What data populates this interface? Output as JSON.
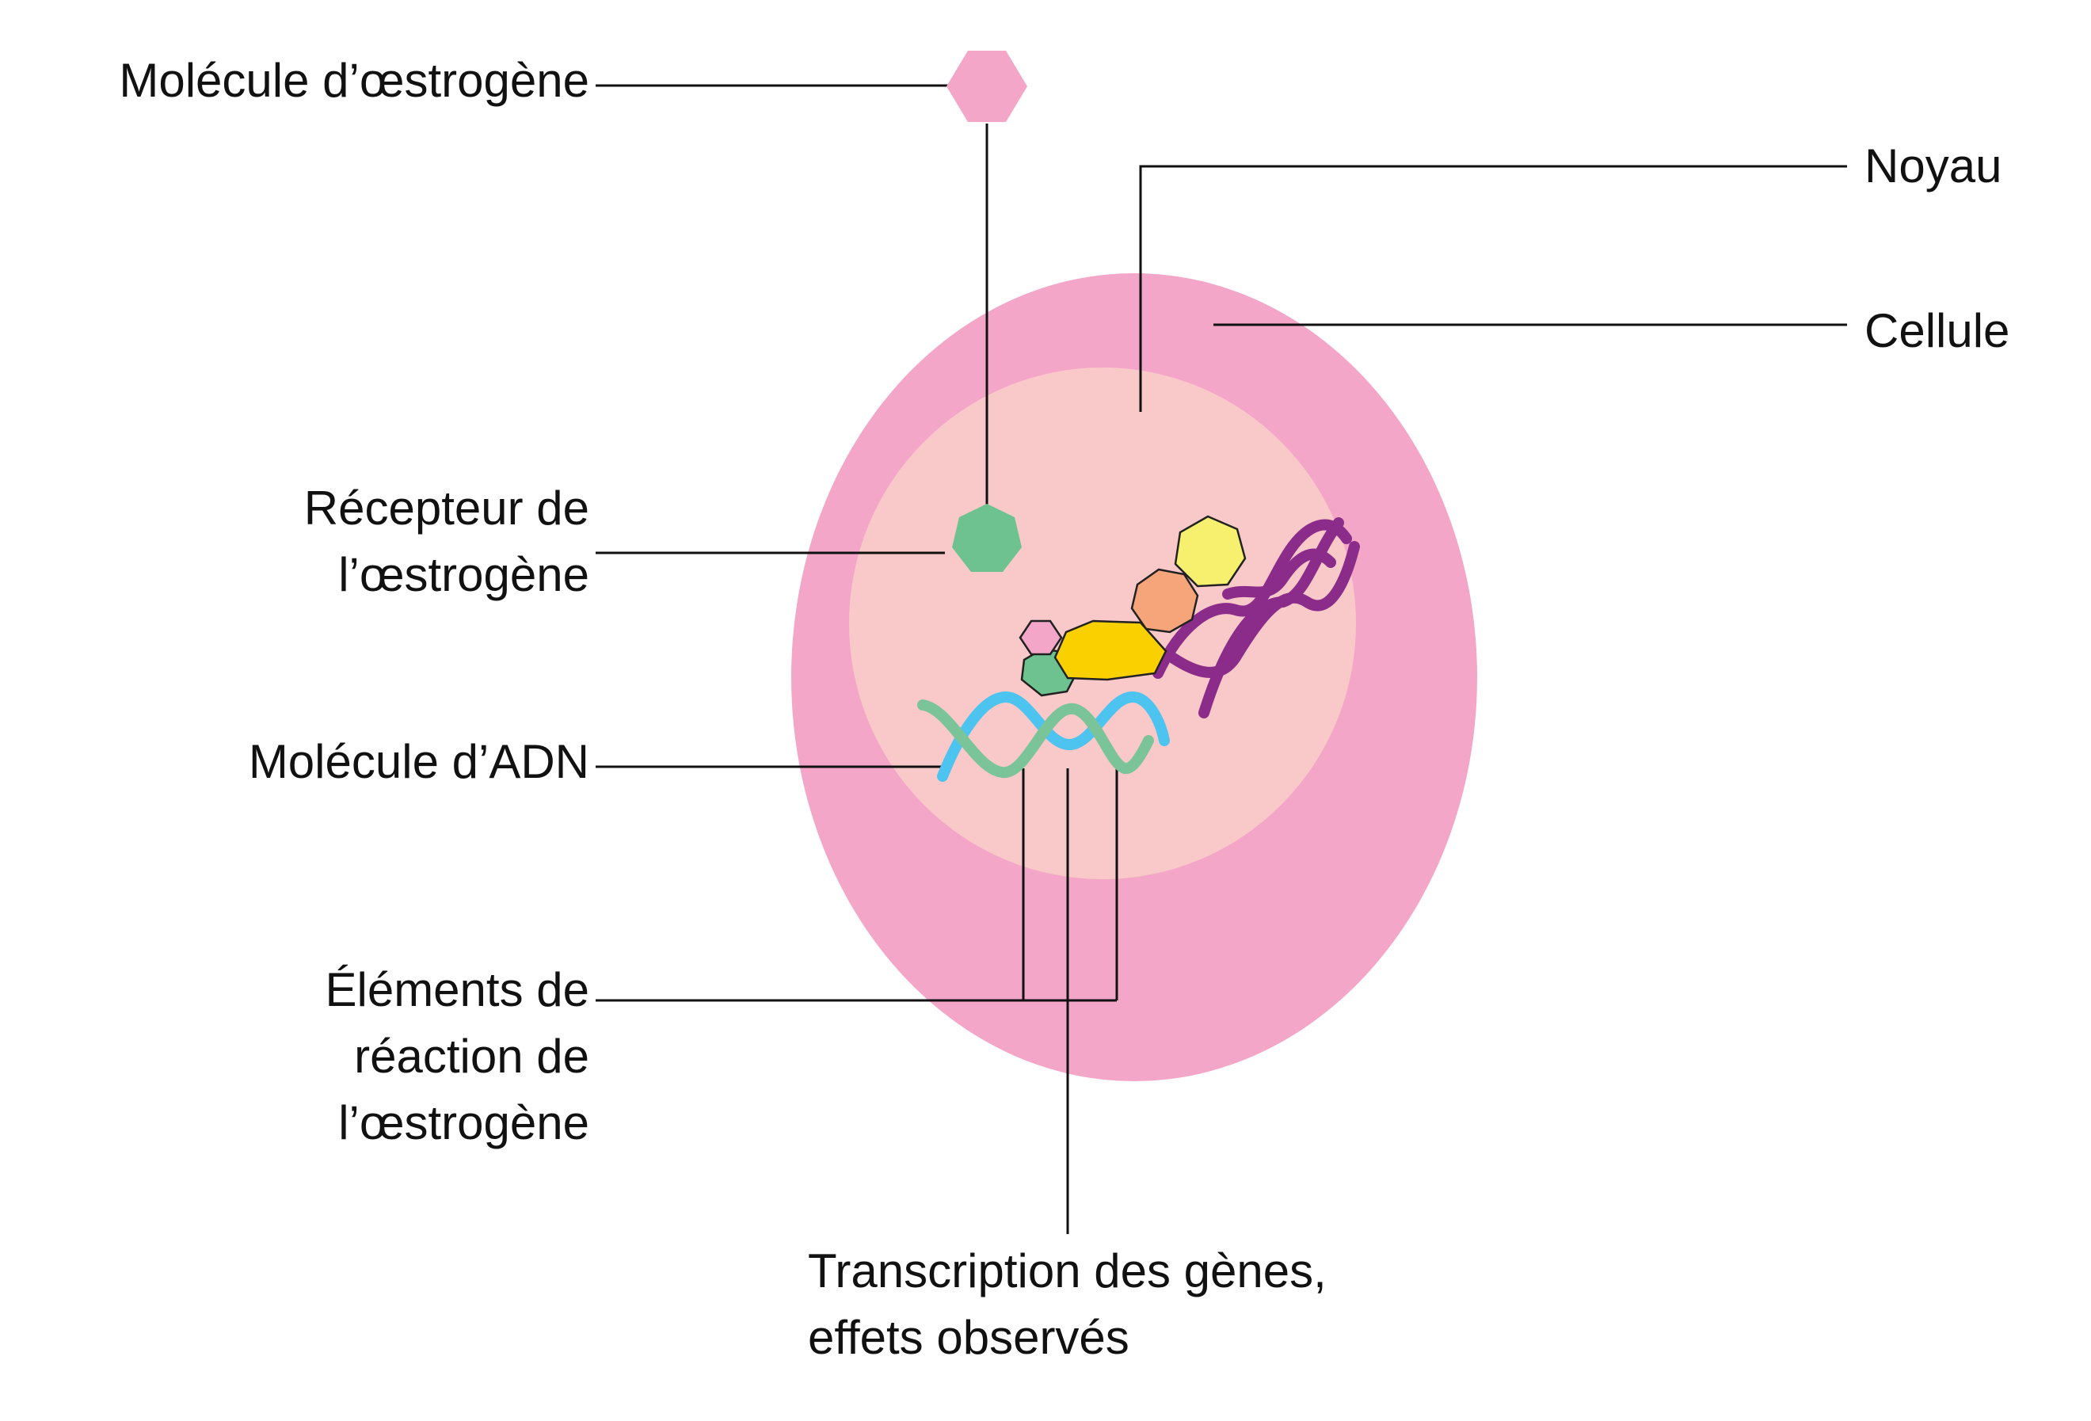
{
  "labels": {
    "estrogen_molecule": "Molécule d’œstrogène",
    "nucleus": "Noyau",
    "cell": "Cellule",
    "estrogen_receptor": [
      "Récepteur de",
      "l’œstrogène"
    ],
    "dna_molecule": "Molécule d’ADN",
    "estrogen_response_elements": [
      "Éléments de",
      "réaction de",
      "l’œstrogène"
    ],
    "gene_transcription": [
      "Transcription des gènes,",
      "effets observés"
    ]
  },
  "colors": {
    "cell": "#F4A6C8",
    "nucleus": "#F9C9C9",
    "estrogen": "#F4A6C8",
    "receptor": "#6EC290",
    "coactivator_yellow": "#F7F06E",
    "coactivator_orange": "#F6A57B",
    "coactivator_gold": "#FBD000",
    "dna_purple": "#8B2C8A",
    "dna_blue": "#4DC3F0",
    "dna_green": "#7BC49A",
    "leader_line": "#111111"
  }
}
